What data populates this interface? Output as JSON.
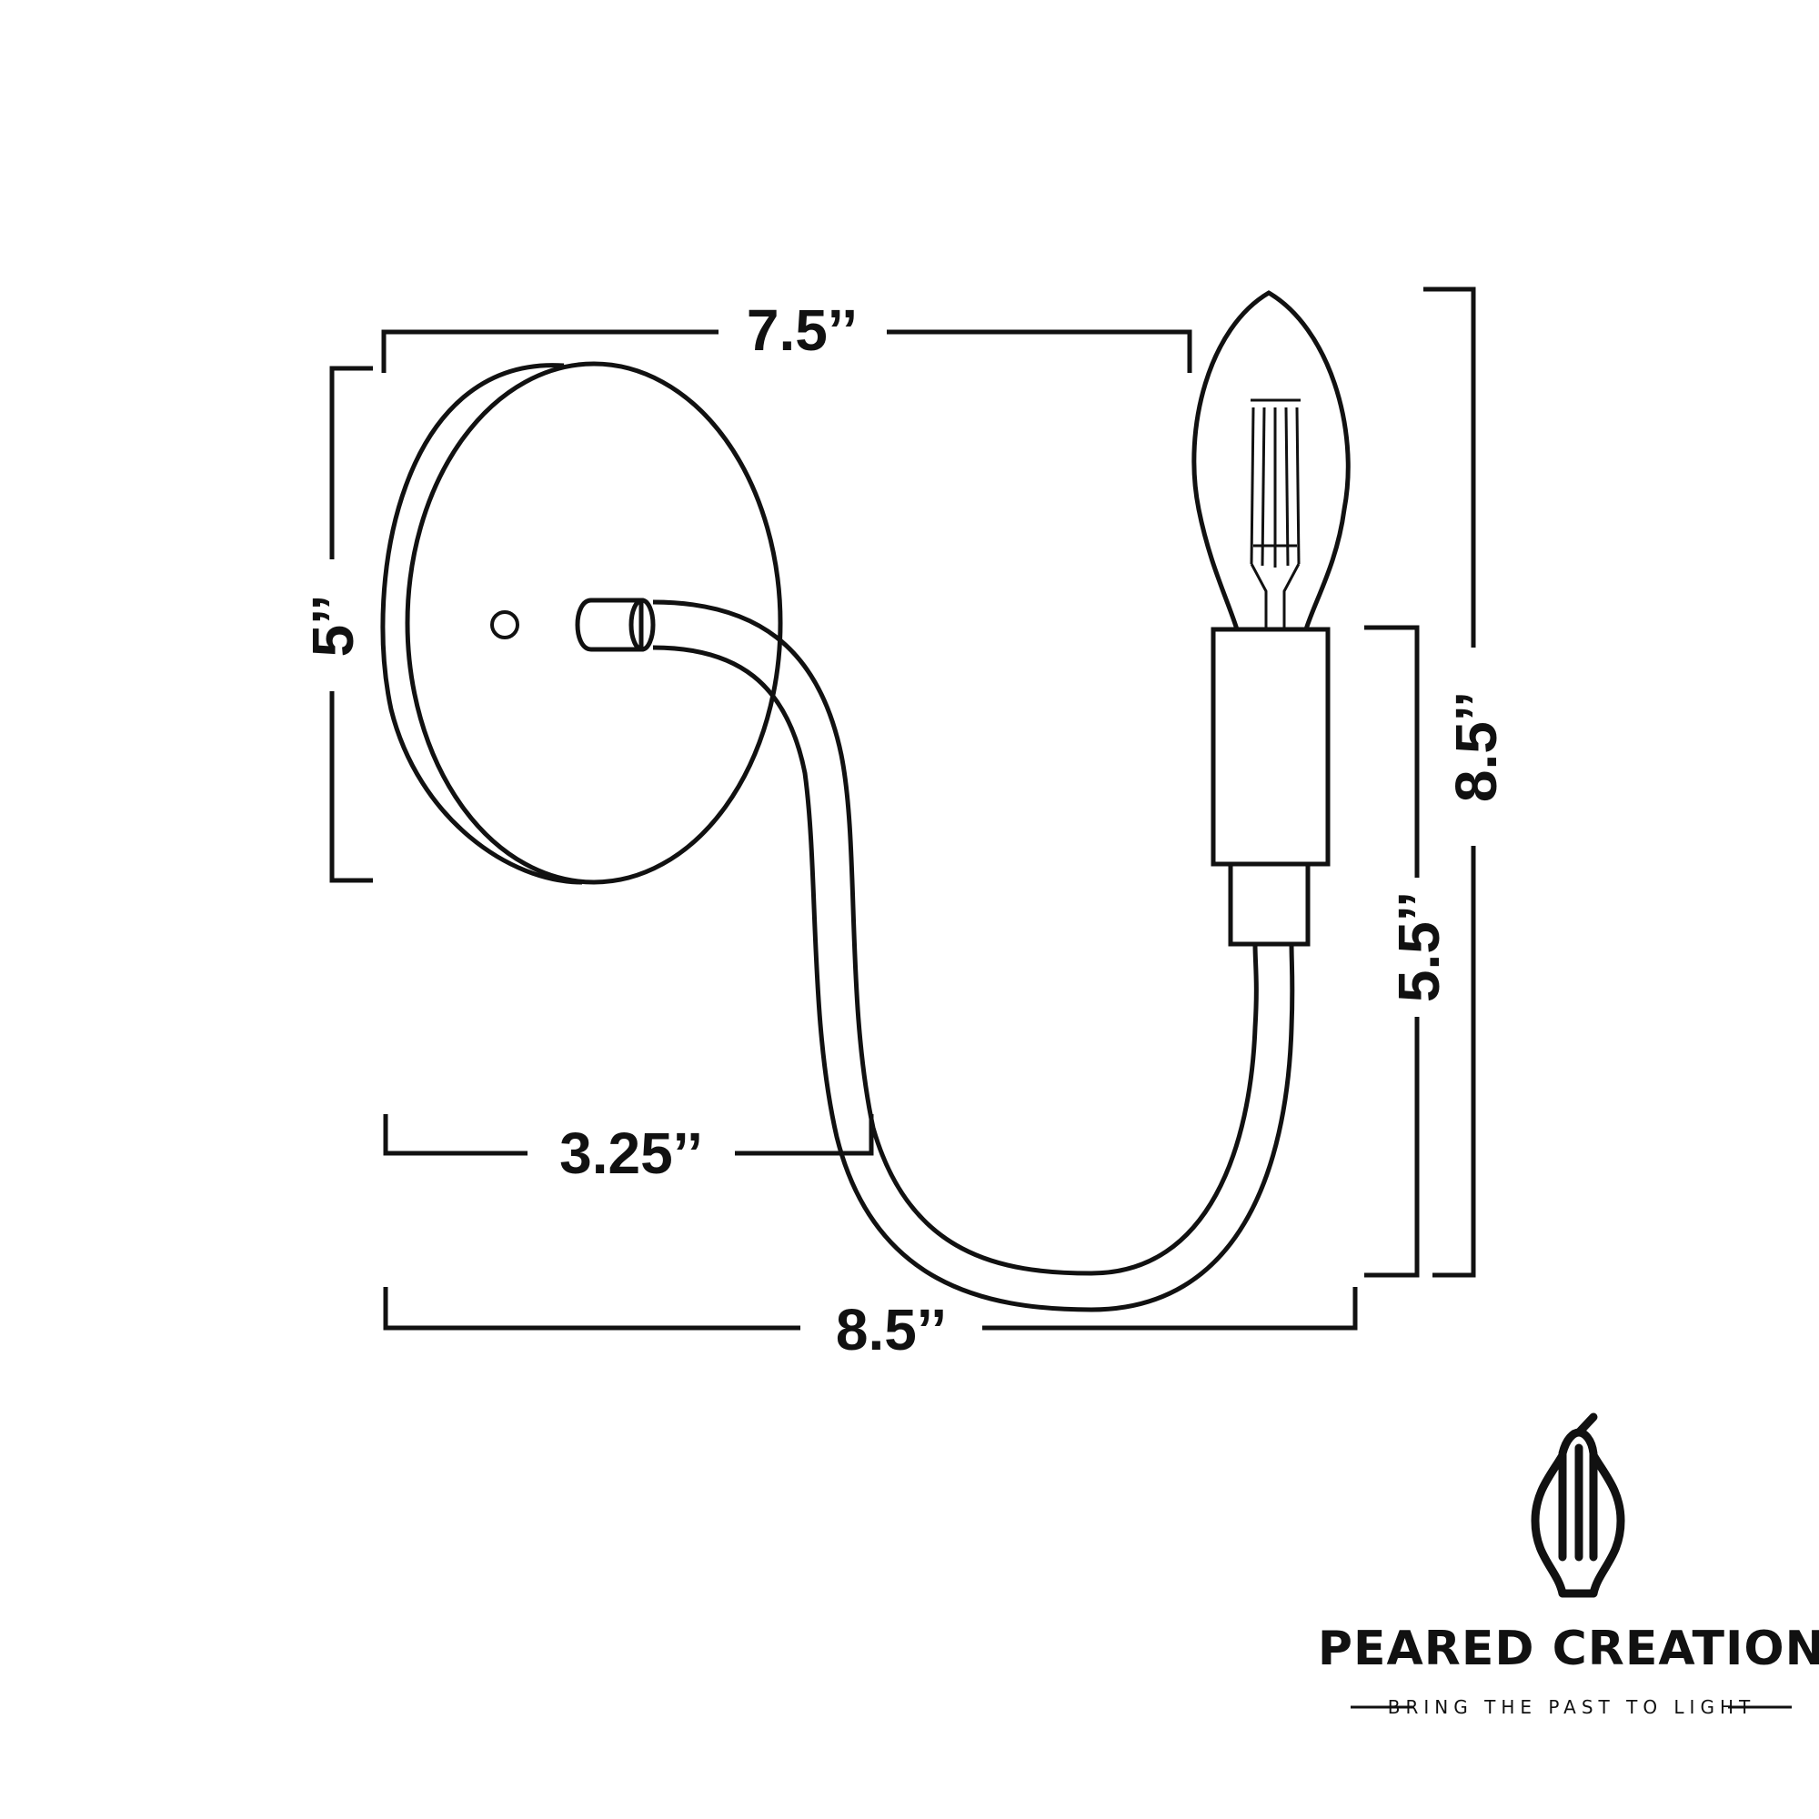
{
  "dimensions": {
    "top_width": "7.5’’",
    "plate_height": "5’’",
    "arm_reach": "3.25’’",
    "overall_width": "8.5’’",
    "socket_height": "5.5’’",
    "overall_height": "8.5’’"
  },
  "brand": {
    "name": "PEARED CREATION",
    "tagline": "BRING THE PAST TO LIGHT"
  },
  "colors": {
    "line": "#111111",
    "background": "#ffffff"
  }
}
